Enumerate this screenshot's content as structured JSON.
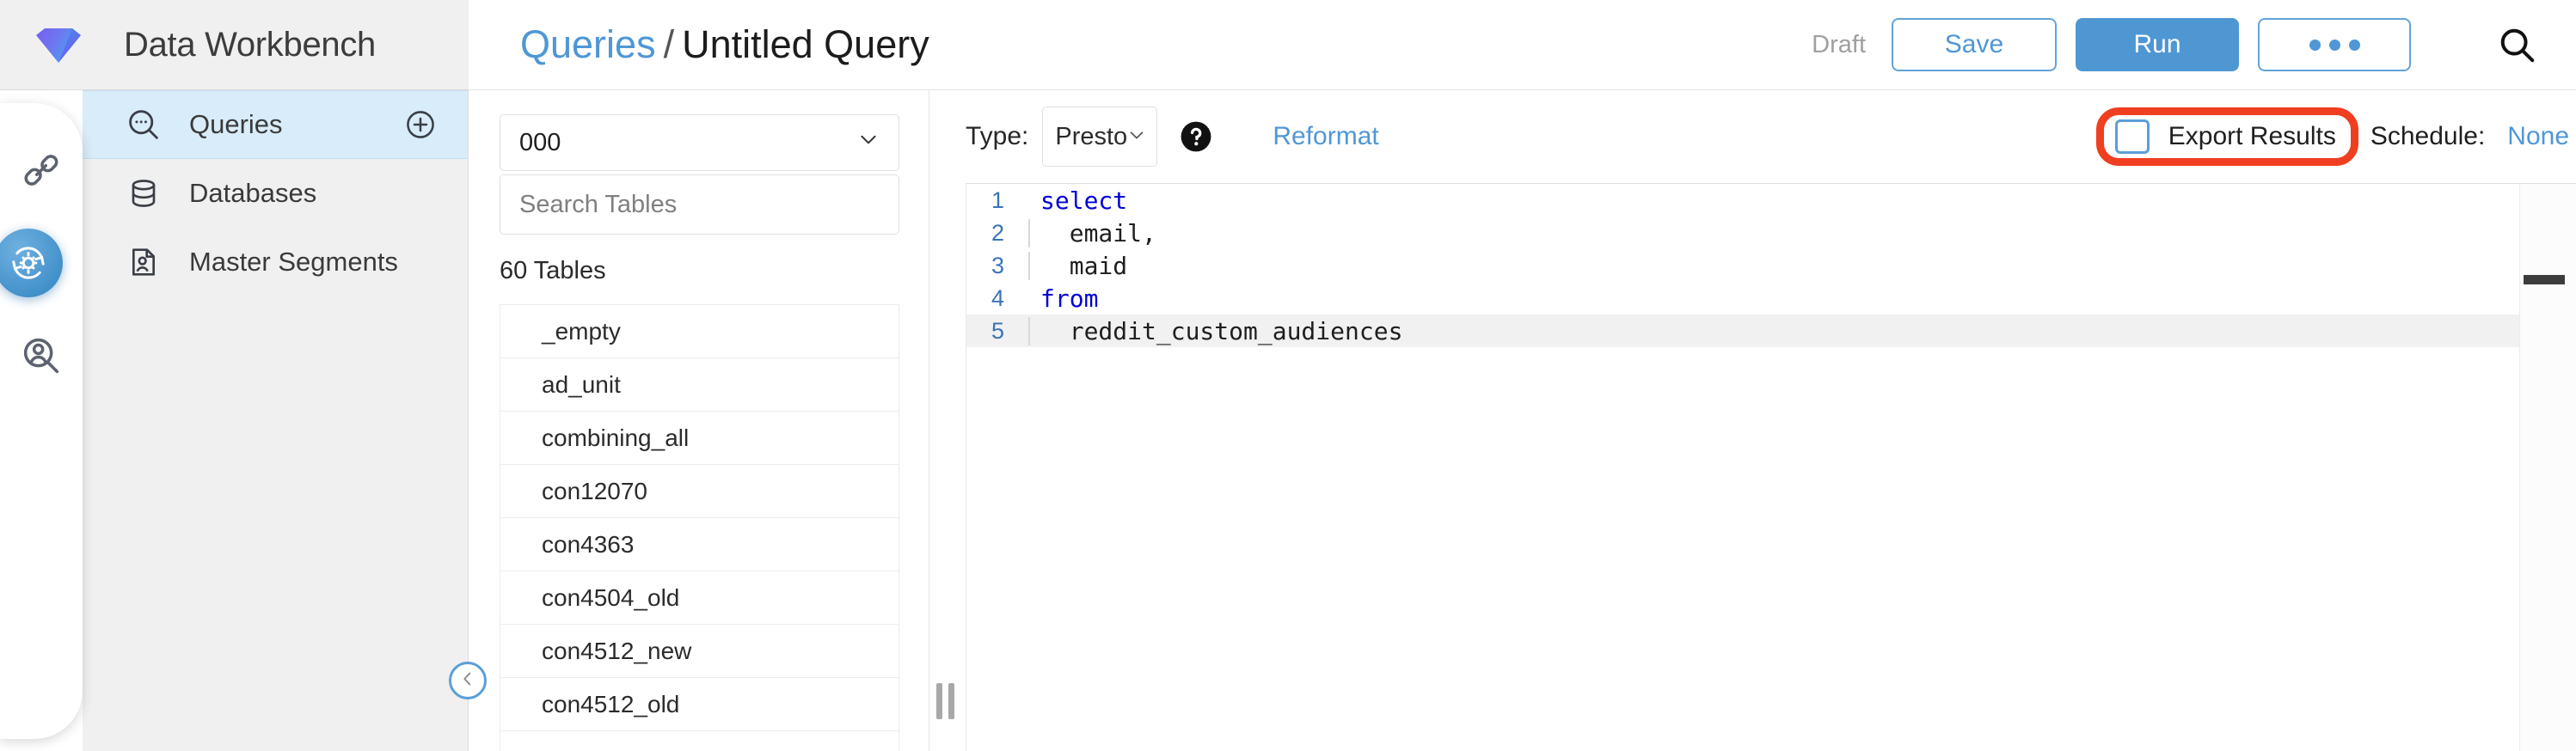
{
  "app": {
    "logo_icon": "gem-diamond-logo",
    "title": "Data Workbench"
  },
  "header": {
    "breadcrumb": {
      "parent": "Queries",
      "separator": "/",
      "current": "Untitled Query"
    },
    "status": "Draft",
    "save_label": "Save",
    "run_label": "Run",
    "more_label": "",
    "more_icon": "ellipsis-icon",
    "search_icon": "search-icon",
    "accent_blue": "#4f97d6",
    "run_bg": "#4e97d3"
  },
  "rail": {
    "items": [
      {
        "icon": "link-chain-icon",
        "active": false
      },
      {
        "icon": "gear-sync-icon",
        "active": true
      },
      {
        "icon": "person-search-icon",
        "active": false
      }
    ],
    "active_bg": "#3f8ec9"
  },
  "sidebar": {
    "items": [
      {
        "label": "Queries",
        "icon": "query-search-icon",
        "active": true,
        "action_icon": "plus-circle-icon"
      },
      {
        "label": "Databases",
        "icon": "database-icon",
        "active": false
      },
      {
        "label": "Master Segments",
        "icon": "person-document-icon",
        "active": false
      }
    ],
    "active_bg": "#d9ecfa",
    "collapse_icon": "chevron-left-icon"
  },
  "tables_panel": {
    "database_select": {
      "value": "000",
      "chevron_icon": "chevron-down-icon"
    },
    "search": {
      "value": "",
      "placeholder": "Search Tables",
      "name": "search-tables-input"
    },
    "count_label": "60 Tables",
    "tables": [
      "_empty",
      "ad_unit",
      "combining_all",
      "con12070",
      "con4363",
      "con4504_old",
      "con4512_new",
      "con4512_old"
    ],
    "resize_handle_icon": "vertical-drag-handle-icon"
  },
  "editor": {
    "type_label": "Type:",
    "type_value": "Presto",
    "type_chevron_icon": "chevron-down-icon",
    "help_icon": "help-circle-icon",
    "reformat_label": "Reformat",
    "export_results_label": "Export Results",
    "export_results_checked": false,
    "schedule_label": "Schedule:",
    "schedule_value": "None",
    "annotation_color": "#ef3e20",
    "lines": [
      {
        "num": "1",
        "text": "select",
        "keyword": true,
        "indent": false,
        "active": false
      },
      {
        "num": "2",
        "text": "  email,",
        "keyword": false,
        "indent": true,
        "active": false
      },
      {
        "num": "3",
        "text": "  maid",
        "keyword": false,
        "indent": true,
        "active": false
      },
      {
        "num": "4",
        "text": "from",
        "keyword": true,
        "indent": false,
        "active": false
      },
      {
        "num": "5",
        "text": "  reddit_custom_audiences",
        "keyword": false,
        "indent": true,
        "active": true
      }
    ]
  }
}
